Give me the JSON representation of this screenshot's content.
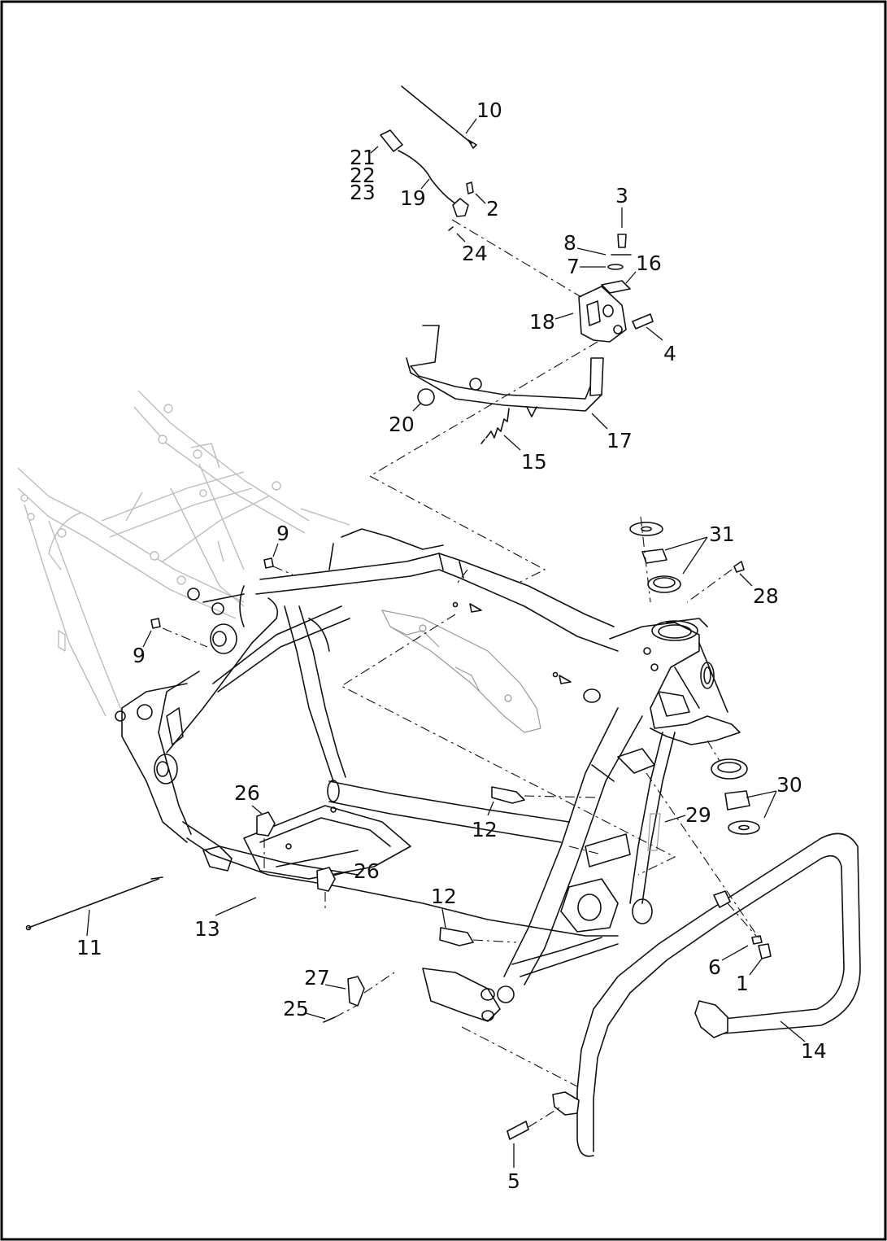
{
  "diagram": {
    "frame_color": "#000000",
    "ghost_color": "#bdbdbd",
    "callouts": [
      {
        "id": "c10",
        "text": "10"
      },
      {
        "id": "c21",
        "text": "21"
      },
      {
        "id": "c22",
        "text": "22"
      },
      {
        "id": "c23",
        "text": "23"
      },
      {
        "id": "c19",
        "text": "19"
      },
      {
        "id": "c2",
        "text": "2"
      },
      {
        "id": "c3",
        "text": "3"
      },
      {
        "id": "c24",
        "text": "24"
      },
      {
        "id": "c8",
        "text": "8"
      },
      {
        "id": "c7",
        "text": "7"
      },
      {
        "id": "c16",
        "text": "16"
      },
      {
        "id": "c18",
        "text": "18"
      },
      {
        "id": "c4",
        "text": "4"
      },
      {
        "id": "c20",
        "text": "20"
      },
      {
        "id": "c17",
        "text": "17"
      },
      {
        "id": "c15",
        "text": "15"
      },
      {
        "id": "c9a",
        "text": "9"
      },
      {
        "id": "c31",
        "text": "31"
      },
      {
        "id": "c28",
        "text": "28"
      },
      {
        "id": "c9b",
        "text": "9"
      },
      {
        "id": "c26a",
        "text": "26"
      },
      {
        "id": "c30",
        "text": "30"
      },
      {
        "id": "c29",
        "text": "29"
      },
      {
        "id": "c12a",
        "text": "12"
      },
      {
        "id": "c26b",
        "text": "26"
      },
      {
        "id": "c12b",
        "text": "12"
      },
      {
        "id": "c11",
        "text": "11"
      },
      {
        "id": "c13",
        "text": "13"
      },
      {
        "id": "c6",
        "text": "6"
      },
      {
        "id": "c27",
        "text": "27"
      },
      {
        "id": "c1",
        "text": "1"
      },
      {
        "id": "c25",
        "text": "25"
      },
      {
        "id": "c14",
        "text": "14"
      },
      {
        "id": "c5",
        "text": "5"
      }
    ]
  }
}
